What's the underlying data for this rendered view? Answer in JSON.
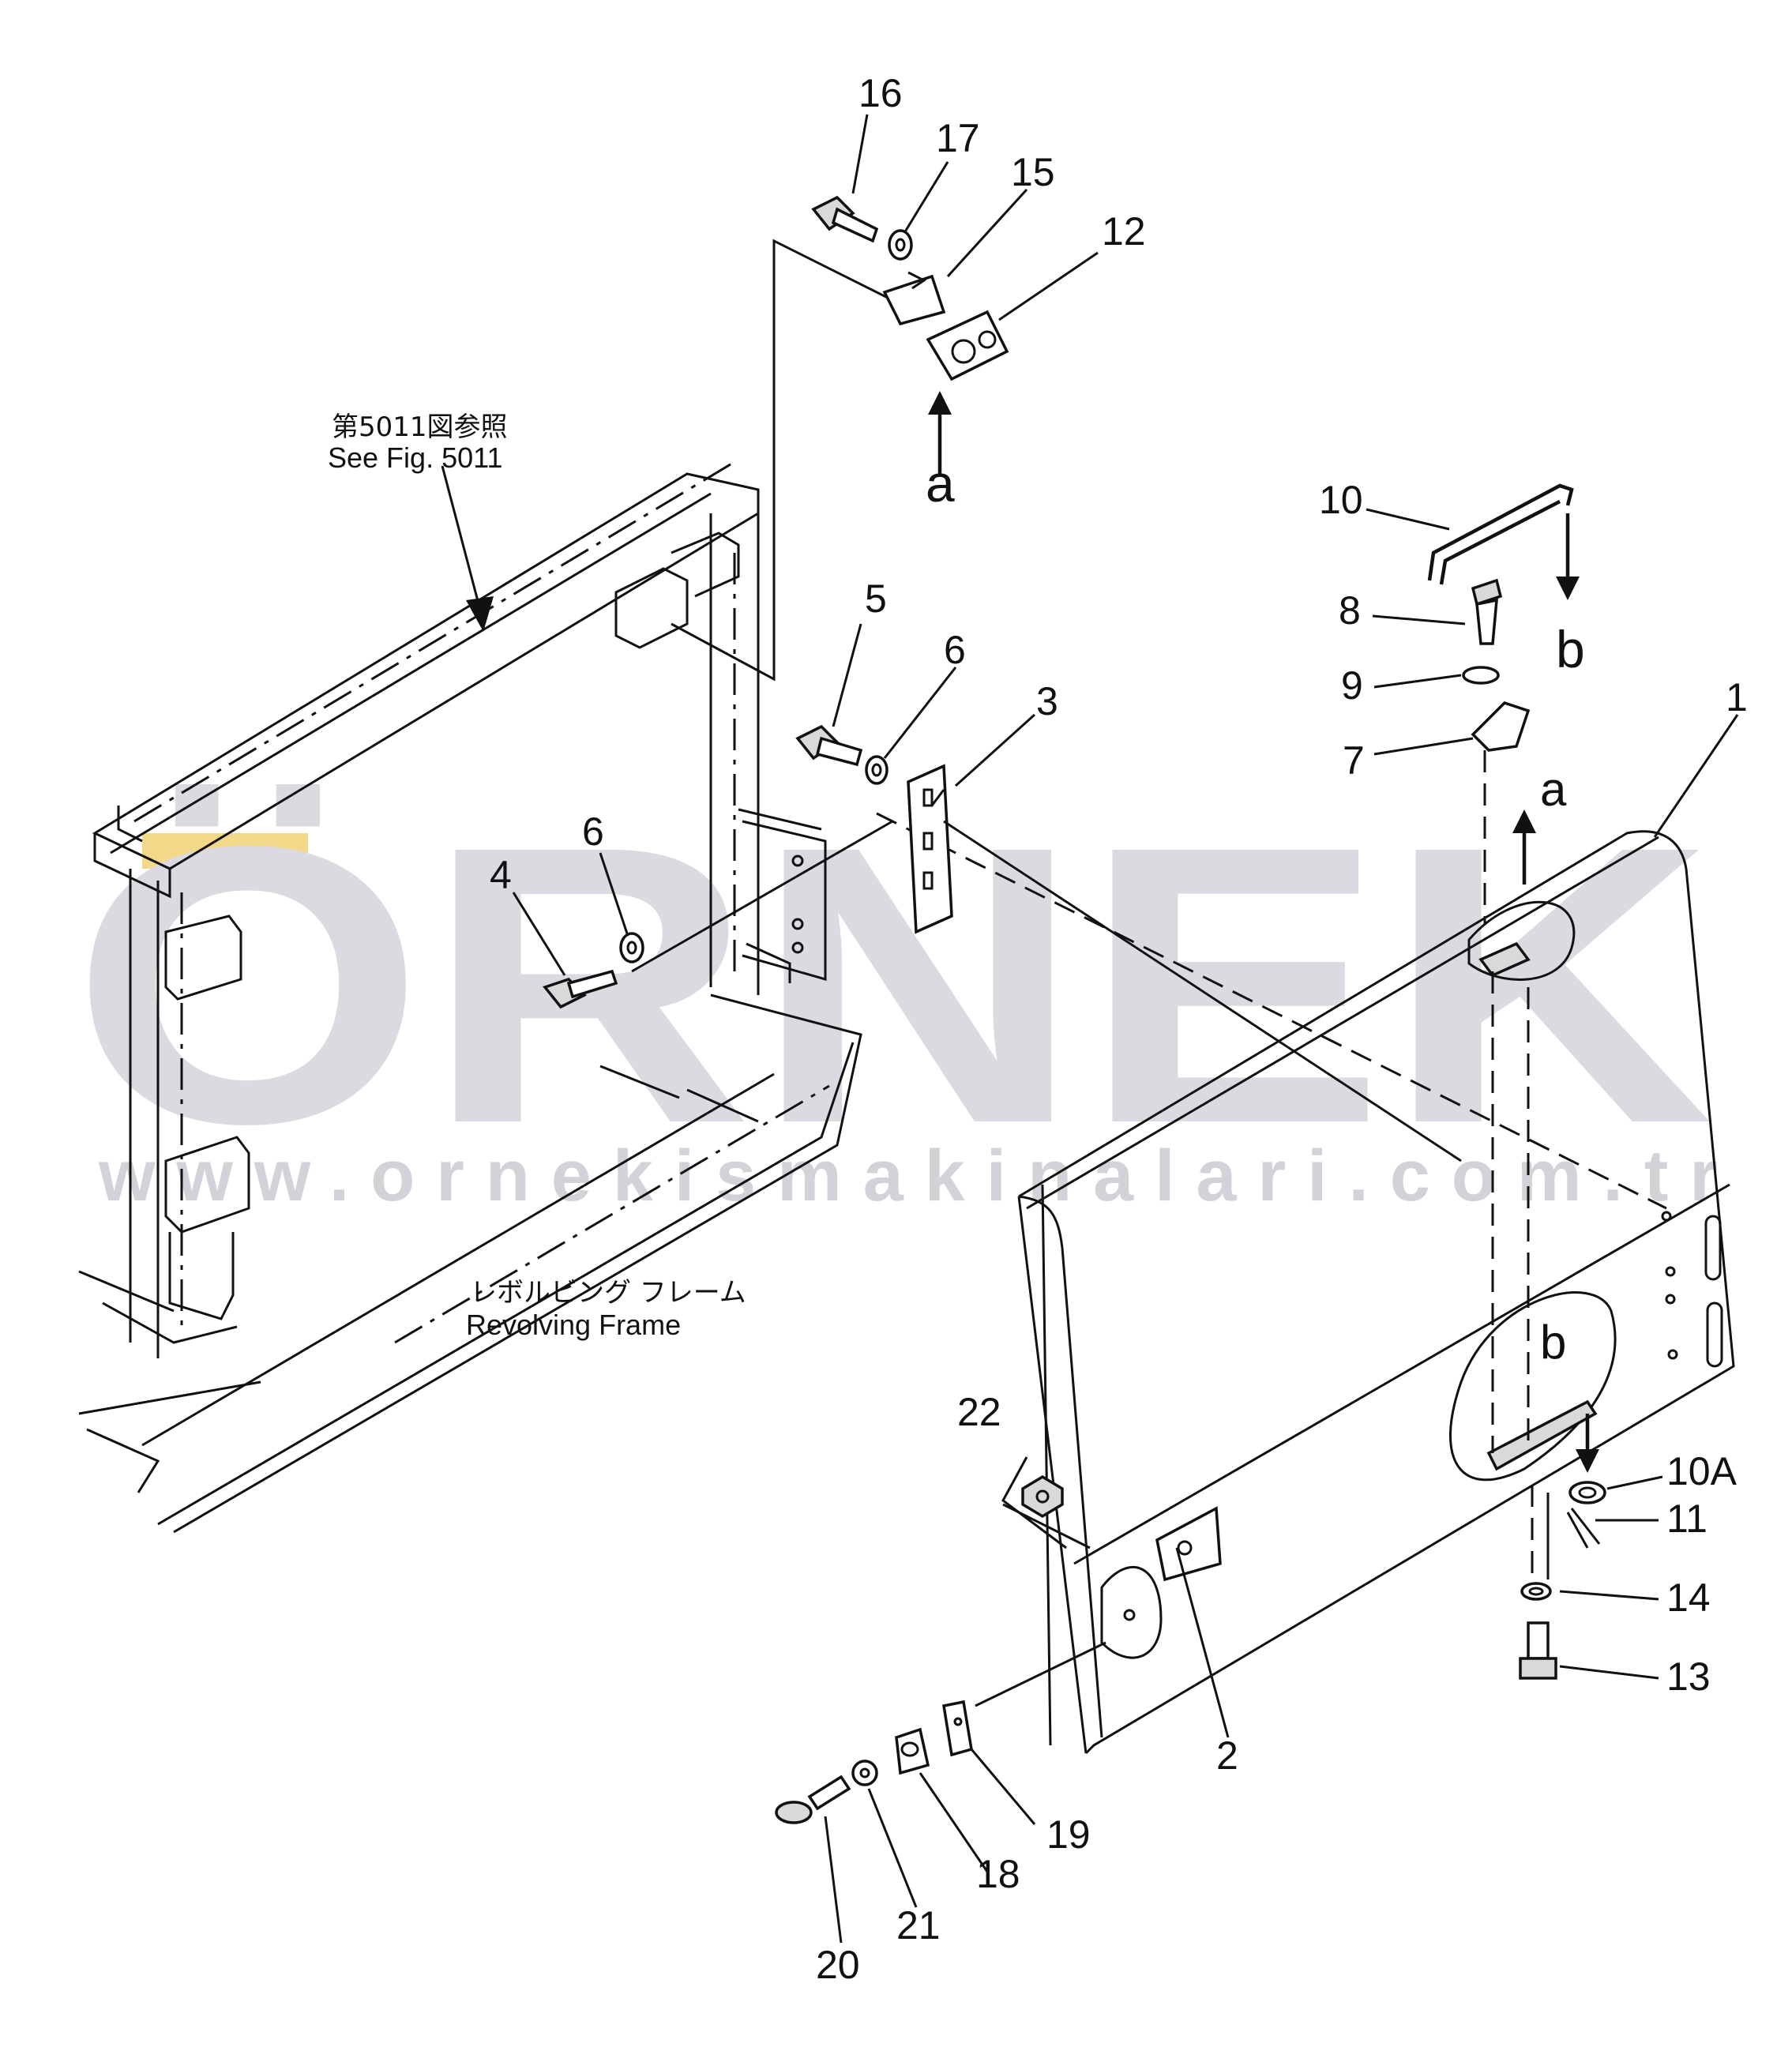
{
  "watermark": {
    "brand": "ÖRNEK",
    "url": "www.ornekismakinalari.com.tr",
    "brand_color": "#dcdae0",
    "accent_color": "#f2d98a"
  },
  "references": {
    "see_fig_jp": "第5011図参照",
    "see_fig_en": "See Fig. 5011",
    "frame_jp": "レボルビング フレーム",
    "frame_en": "Revolving Frame"
  },
  "view_markers": {
    "a_top": "a",
    "a_right": "a",
    "b_top": "b",
    "b_panel": "b"
  },
  "callouts": {
    "c1": "1",
    "c2": "2",
    "c3": "3",
    "c4": "4",
    "c5": "5",
    "c6a": "6",
    "c6b": "6",
    "c7": "7",
    "c8": "8",
    "c9": "9",
    "c10": "10",
    "c10a": "10A",
    "c11": "11",
    "c12": "12",
    "c13": "13",
    "c14": "14",
    "c15": "15",
    "c16": "16",
    "c17": "17",
    "c18": "18",
    "c19": "19",
    "c20": "20",
    "c21": "21",
    "c22": "22"
  }
}
